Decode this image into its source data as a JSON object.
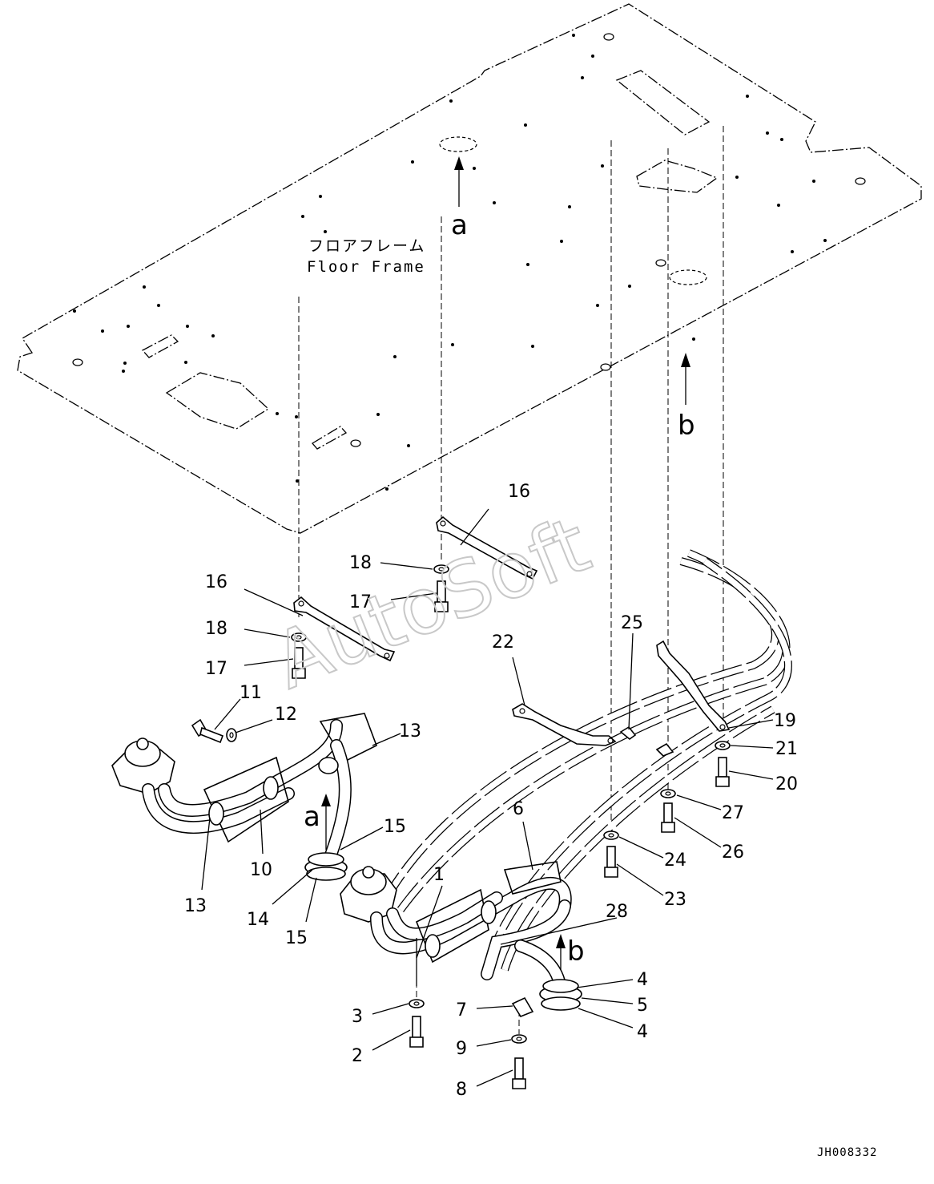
{
  "diagram": {
    "floor_frame_label_jp": "フロアフレーム",
    "floor_frame_label_en": "Floor Frame",
    "drawing_code": "JH008332",
    "watermark": "AutoSoft",
    "arrow_letters": {
      "a": "a",
      "b": "b"
    },
    "callouts": [
      "1",
      "2",
      "3",
      "4",
      "5",
      "6",
      "7",
      "8",
      "9",
      "10",
      "11",
      "12",
      "13",
      "14",
      "15",
      "16",
      "17",
      "18",
      "19",
      "20",
      "21",
      "22",
      "23",
      "24",
      "25",
      "26",
      "27",
      "28"
    ]
  }
}
